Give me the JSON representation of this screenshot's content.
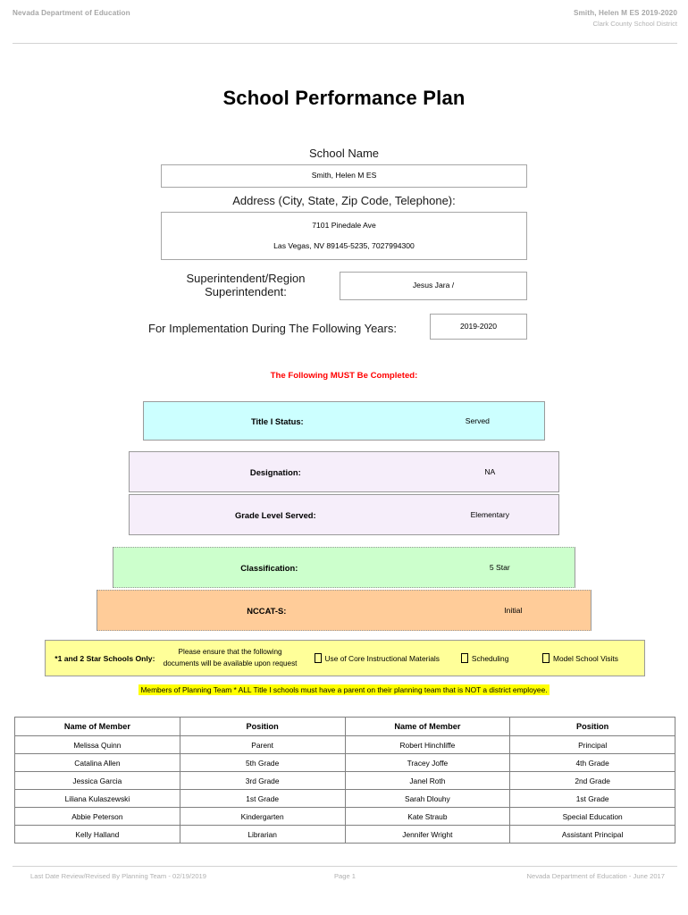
{
  "header": {
    "left": "Nevada Department of Education",
    "right_line1": "Smith, Helen M ES  2019-2020",
    "right_line2": "Clark County School District"
  },
  "title": "School Performance Plan",
  "fields": {
    "school_name_label": "School Name",
    "school_name_value": "Smith, Helen M ES",
    "address_label": "Address (City, State, Zip Code, Telephone):",
    "address_line1": "7101 Pinedale Ave",
    "address_line2": "Las Vegas, NV  89145-5235, 7027994300",
    "superintendent_label": "Superintendent/Region Superintendent:",
    "superintendent_value": "Jesus Jara /",
    "years_label": "For Implementation During The Following Years:",
    "years_value": "2019-2020"
  },
  "must_complete_notice": "The Following MUST Be Completed:",
  "status_bars": [
    {
      "label": "Title I Status:",
      "value": "Served",
      "color": "#ccffff"
    },
    {
      "label": "Designation:",
      "value": "NA",
      "color": "#f6eefa"
    },
    {
      "label": "Grade Level Served:",
      "value": "Elementary",
      "color": "#f6eefa"
    },
    {
      "label": "Classification:",
      "value": "5 Star",
      "color": "#ccffcc"
    },
    {
      "label": "NCCAT-S:",
      "value": "Initial",
      "color": "#ffcc99"
    }
  ],
  "star_panel": {
    "title": "*1 and 2 Star Schools Only:",
    "note_line1": "Please ensure that the following",
    "note_line2": "documents will be available upon request",
    "checkboxes": [
      {
        "label": "Use of Core Instructional Materials",
        "checked": false
      },
      {
        "label": "Scheduling",
        "checked": false
      },
      {
        "label": "Model School Visits",
        "checked": false
      }
    ],
    "highlight_color": "#ffff99"
  },
  "team_banner": "Members of Planning Team * ALL Title I schools must have a parent on their planning team that is NOT a district employee.",
  "members_table": {
    "headers": [
      "Name of Member",
      "Position",
      "Name of Member",
      "Position"
    ],
    "rows": [
      [
        "Melissa Quinn",
        "Parent",
        "Robert Hinchliffe",
        "Principal"
      ],
      [
        "Catalina Allen",
        "5th Grade",
        "Tracey Joffe",
        "4th Grade"
      ],
      [
        "Jessica Garcia",
        "3rd Grade",
        "Janel Roth",
        "2nd Grade"
      ],
      [
        "Liliana Kulaszewski",
        "1st Grade",
        "Sarah Dlouhy",
        "1st Grade"
      ],
      [
        "Abbie Peterson",
        "Kindergarten",
        "Kate Straub",
        "Special Education"
      ],
      [
        "Kelly Halland",
        "Librarian",
        "Jennifer Wright",
        "Assistant Principal"
      ]
    ]
  },
  "footer": {
    "left": "Last Date Review/Revised By Planning Team - 02/19/2019",
    "center": "Page 1",
    "right": "Nevada Department of Education - June 2017"
  }
}
